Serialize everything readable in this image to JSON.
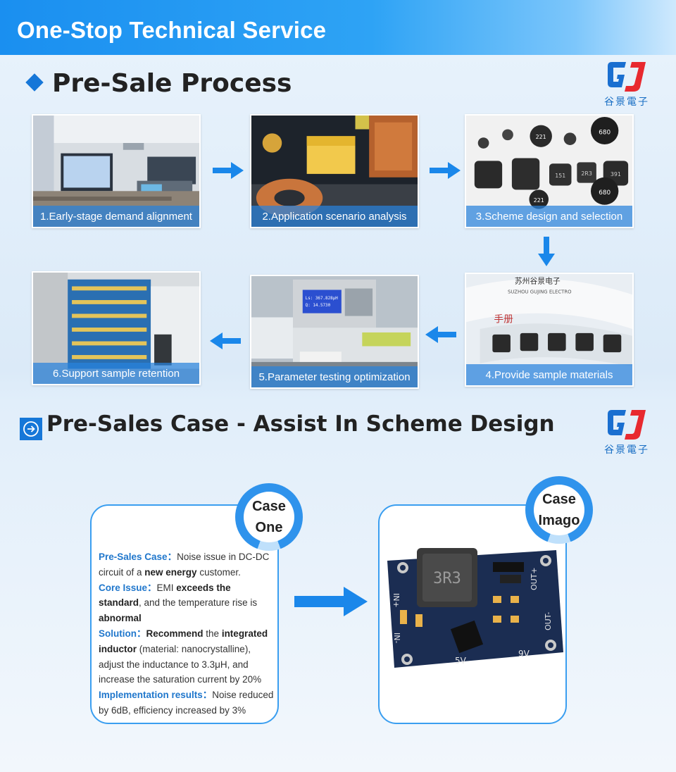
{
  "banner": {
    "title": "One-Stop Technical Service"
  },
  "presale": {
    "heading": "Pre-Sale Process"
  },
  "logo": {
    "text": "谷景電子"
  },
  "steps": [
    {
      "label": "1.Early-stage demand alignment"
    },
    {
      "label": "2.Application scenario analysis"
    },
    {
      "label": "3.Scheme design and selection"
    },
    {
      "label": "4.Provide sample materials"
    },
    {
      "label": "5.Parameter testing optimization"
    },
    {
      "label": "6.Support sample retention"
    }
  ],
  "component_marks": [
    "680",
    "221",
    "151",
    "2R3",
    "391",
    "680",
    "221"
  ],
  "reel_text": {
    "line1": "苏州谷景电子",
    "line2": "SUZHOU GUJING ELECTRO",
    "line3": "手册"
  },
  "meter_text": {
    "line1": "Ls: 367.828μH",
    "line2": "Q: 14.5730"
  },
  "case_section": {
    "heading": "Pre-Sales Case - Assist In Scheme Design"
  },
  "case_one": {
    "badge_line1": "Case",
    "badge_line2": "One",
    "presales_label": "Pre-Sales Case：",
    "presales_text_a": "Noise issue in DC-DC circuit of a ",
    "presales_bold": "new energy",
    "presales_text_b": " customer.",
    "core_label": "Core Issue：",
    "core_text_a": "EMI ",
    "core_bold_a": "exceeds the standard",
    "core_text_b": ", and the temperature rise is ",
    "core_bold_b": "abnormal",
    "solution_label": "Solution：",
    "solution_bold_a": "Recommend",
    "solution_text_a": " the ",
    "solution_bold_b": "integrated inductor",
    "solution_text_b": " (material: nanocrystalline), adjust the inductance to 3.3μH, and increase the saturation current by 20%",
    "impl_label": "Implementation results：",
    "impl_text": "Noise reduced by 6dB, efficiency increased by 3%"
  },
  "case_imago": {
    "badge_line1": "Case",
    "badge_line2": "Imago",
    "inductor_mark": "3R3",
    "pin_in_plus": "IN+",
    "pin_in_minus": "IN-",
    "pin_out_plus": "OUT+",
    "pin_out_minus": "OUT-",
    "label_5v": "5V",
    "label_9v": "9V"
  },
  "colors": {
    "accent": "#1677d8",
    "banner": "#1a8ff0",
    "caption_bg": "#2882dc",
    "arrow": "#1a87ea"
  }
}
